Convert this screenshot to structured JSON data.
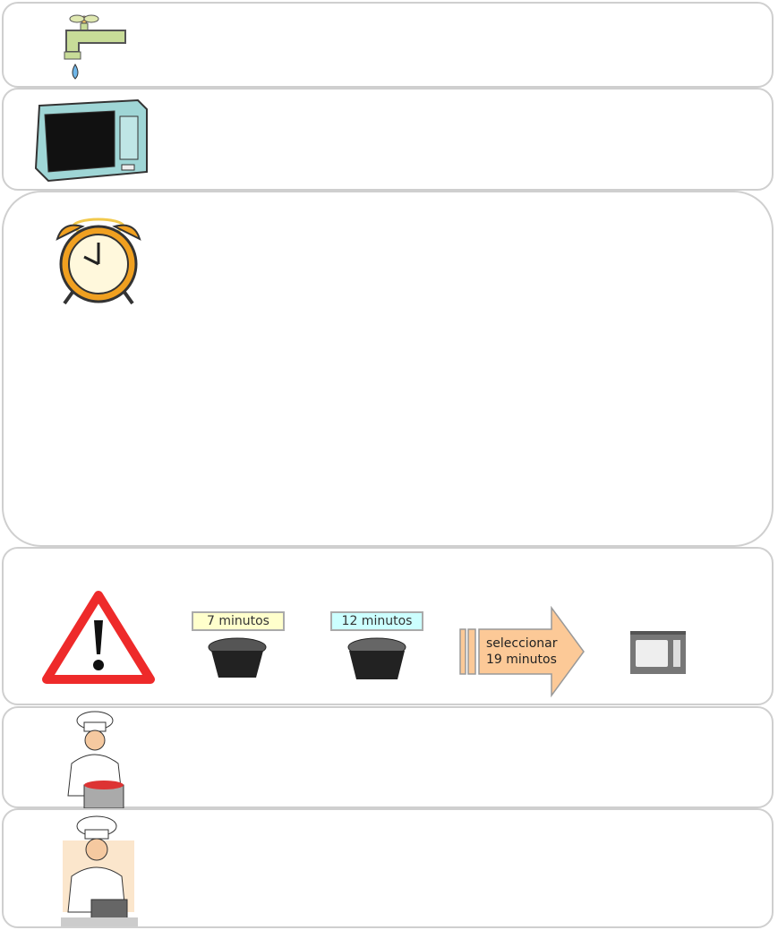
{
  "steps": {
    "warning": {
      "labels": [
        "7 minutos",
        "12 minutos"
      ],
      "label_colors": [
        "#ffffcc",
        "#ccffff"
      ],
      "arrow_line1": "seleccionar",
      "arrow_line2": "19 minutos",
      "arrow_color": "#fcc997"
    }
  }
}
